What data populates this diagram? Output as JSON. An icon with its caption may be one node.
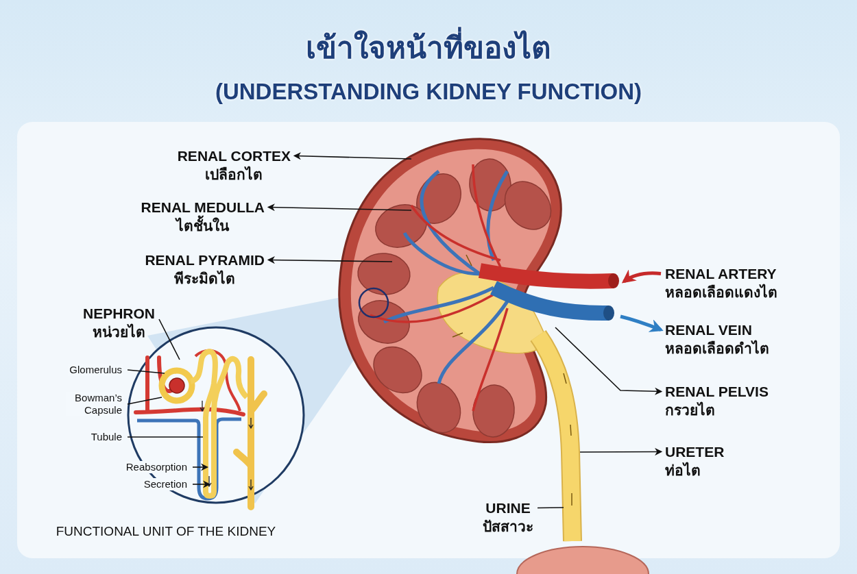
{
  "diagram": {
    "title": "เข้าใจหน้าที่ของไต",
    "nodes": [
      {
        "text": [
          "RENAL CORTEX",
          "เปลือกไต"
        ]
      },
      {
        "text": [
          "RENAL MEDULLA",
          "ไตชั้นใน"
        ]
      },
      {
        "text": [
          "RENAL PYRAMID",
          "พีระมิดไต"
        ]
      },
      {
        "text": [
          "NEPHRON",
          "หน่วยไต"
        ]
      },
      {
        "text": [
          "Glomerulus"
        ]
      },
      {
        "text": [
          "Bowman’s Capsule"
        ]
      },
      {
        "text": [
          "Tubule"
        ]
      },
      {
        "text": [
          "Reabsorption"
        ]
      },
      {
        "text": [
          "Secretion"
        ]
      },
      {
        "text": [
          "RENAL ARTERY",
          "หลอดเลือดแดงไต"
        ]
      },
      {
        "text": [
          "RENAL VEIN",
          "หลอดเลือดดำไต"
        ]
      },
      {
        "text": [
          "RENAL PELVIS",
          "กรวยไต"
        ]
      },
      {
        "text": [
          "URETER",
          "ท่อไต"
        ]
      },
      {
        "text": [
          "URINE",
          "ปัสสาวะ"
        ]
      }
    ],
    "edges": [
      {
        "from": null,
        "to": 0,
        "arrow": "to"
      },
      {
        "from": null,
        "to": 1,
        "arrow": "to"
      },
      {
        "from": null,
        "to": 2,
        "arrow": "to"
      },
      {
        "from": 3,
        "to": null,
        "arrow": "none"
      },
      {
        "from": 4,
        "to": null,
        "arrow": "none"
      },
      {
        "from": 5,
        "to": null,
        "arrow": "none"
      },
      {
        "from": 6,
        "to": null,
        "arrow": "none"
      },
      {
        "from": 7,
        "to": null,
        "arrow": "to"
      },
      {
        "from": 8,
        "to": null,
        "arrow": "to"
      },
      {
        "from": 9,
        "to": null,
        "arrow": "to",
        "style": "thick",
        "color": "#c62a2a"
      },
      {
        "from": null,
        "to": 10,
        "arrow": "to",
        "style": "thick",
        "color": "#2f7fc4"
      },
      {
        "from": null,
        "to": 11,
        "arrow": "to"
      },
      {
        "from": null,
        "to": 12,
        "arrow": "to"
      },
      {
        "from": 13,
        "to": null,
        "arrow": "none"
      }
    ],
    "labels": [
      "(UNDERSTANDING KIDNEY FUNCTION)",
      "FUNCTIONAL UNIT OF THE KIDNEY"
    ]
  }
}
